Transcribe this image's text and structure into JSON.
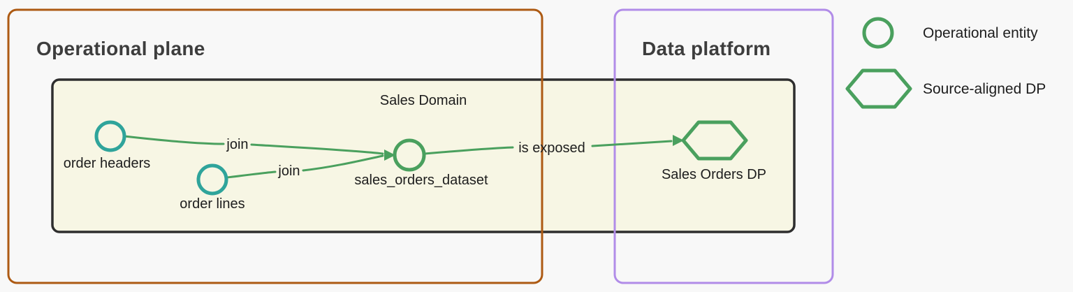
{
  "diagram": {
    "containers": {
      "operational_plane": {
        "label": "Operational plane"
      },
      "data_platform": {
        "label": "Data platform"
      },
      "sales_domain": {
        "label": "Sales Domain"
      }
    },
    "nodes": {
      "order_headers": {
        "label": "order headers",
        "shape": "circle",
        "role": "operational-entity"
      },
      "order_lines": {
        "label": "order lines",
        "shape": "circle",
        "role": "operational-entity"
      },
      "sales_orders_dataset": {
        "label": "sales_orders_dataset",
        "shape": "circle",
        "role": "dataset"
      },
      "sales_orders_dp": {
        "label": "Sales Orders DP",
        "shape": "hexagon",
        "role": "source-aligned-dp"
      }
    },
    "edges": [
      {
        "from": "order_headers",
        "to": "sales_orders_dataset",
        "label": "join"
      },
      {
        "from": "order_lines",
        "to": "sales_orders_dataset",
        "label": "join"
      },
      {
        "from": "sales_orders_dataset",
        "to": "sales_orders_dp",
        "label": "is exposed"
      }
    ],
    "legend": [
      {
        "symbol": "circle",
        "label": "Operational entity"
      },
      {
        "symbol": "hexagon",
        "label": "Source-aligned DP"
      }
    ],
    "colors": {
      "page_background": "#f8f8f8",
      "operational_plane_border": "#ad5a13",
      "data_platform_border": "#b18ce8",
      "sales_domain_border": "#2e2e2e",
      "sales_domain_fill": "#f7f6e4",
      "edge_green": "#4aa05e",
      "operational_entity_teal": "#2fa49b",
      "title_text": "#3d3d3d",
      "label_text": "#1d1d1d"
    }
  }
}
